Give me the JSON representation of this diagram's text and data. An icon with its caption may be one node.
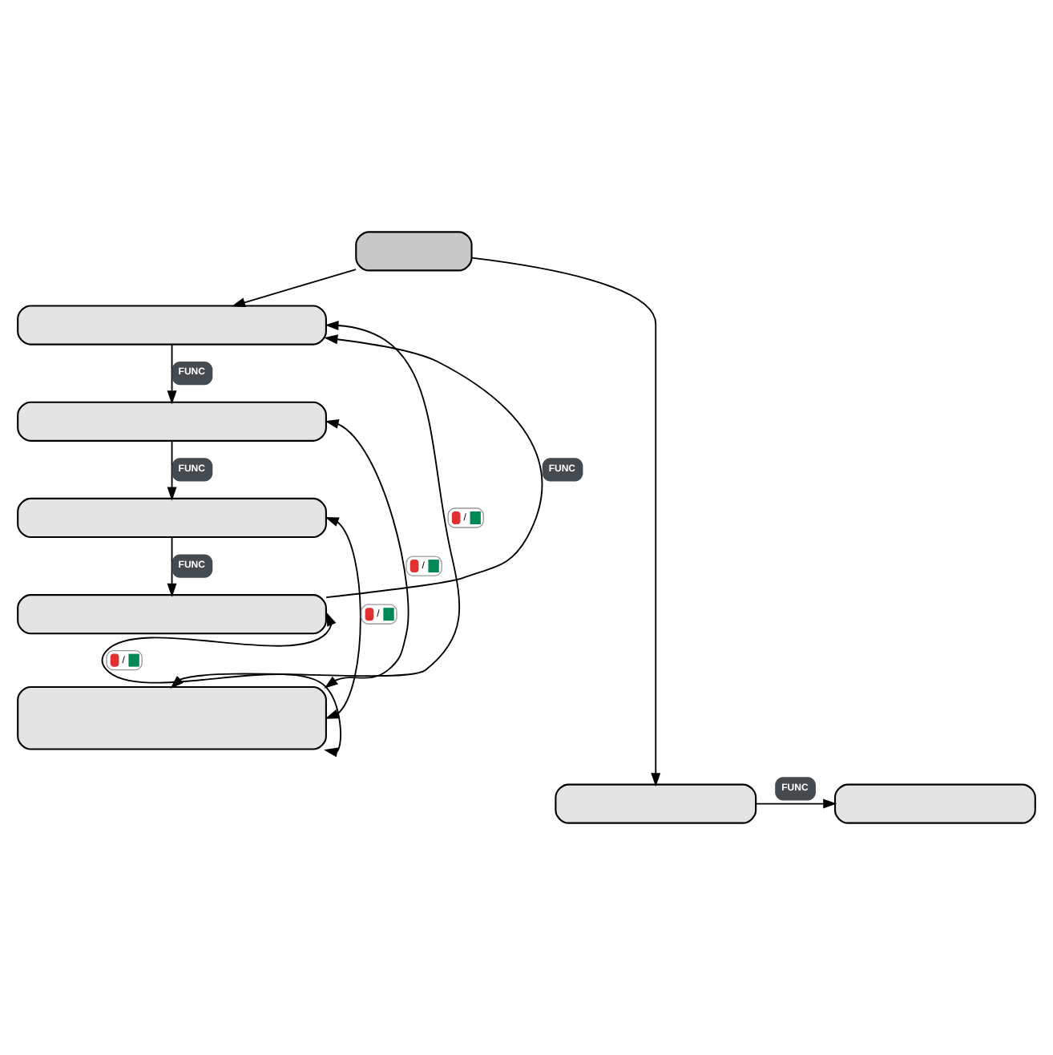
{
  "diagram": {
    "nodes": [
      {
        "text": [],
        "shape": "box"
      },
      {
        "text": [],
        "shape": "box"
      },
      {
        "text": [],
        "shape": "box"
      },
      {
        "text": [],
        "shape": "box"
      },
      {
        "text": [],
        "shape": "box"
      },
      {
        "text": [],
        "shape": "box"
      },
      {
        "text": [],
        "shape": "box"
      },
      {
        "text": [],
        "shape": "box"
      }
    ],
    "edges": [
      {
        "from": 0,
        "to": 1,
        "arrow": "to"
      },
      {
        "from": 1,
        "to": 2,
        "arrow": "to",
        "label": "FUNC"
      },
      {
        "from": 2,
        "to": 3,
        "arrow": "to",
        "label": "FUNC"
      },
      {
        "from": 3,
        "to": 4,
        "arrow": "to",
        "label": "FUNC"
      },
      {
        "from": 4,
        "to": 1,
        "arrow": "to",
        "label": "FUNC"
      },
      {
        "from": 1,
        "to": 5,
        "arrow": "both",
        "label": "/"
      },
      {
        "from": 2,
        "to": 5,
        "arrow": "both",
        "label": "/"
      },
      {
        "from": 3,
        "to": 5,
        "arrow": "both",
        "label": "/"
      },
      {
        "from": 4,
        "to": 5,
        "arrow": "both",
        "label": "/"
      },
      {
        "from": 0,
        "to": 6,
        "arrow": "to"
      },
      {
        "from": 6,
        "to": 7,
        "arrow": "to",
        "label": "FUNC"
      }
    ]
  }
}
